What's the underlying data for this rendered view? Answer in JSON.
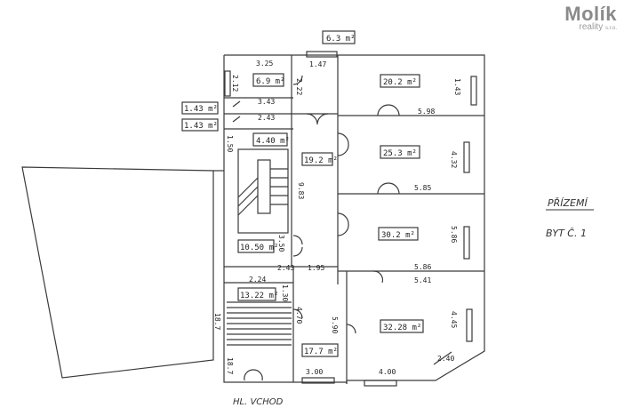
{
  "logo": {
    "name": "Molík",
    "sub": "reality",
    "suffix": "s.r.o."
  },
  "title": {
    "floor": "PŘÍZEMÍ",
    "unit": "BYT Č. 1"
  },
  "entrance_label": "HL. VCHOD",
  "area_boxes": {
    "top_balcony": "6.3 m²",
    "small_a": "1.43 m²",
    "small_b": "1.43 m²"
  },
  "rooms": {
    "room_6_9": "6.9 m²",
    "room_4_40": "4.40 m²",
    "room_19_2": "19.2 m²",
    "room_10_50": "10.50 m²",
    "room_13_22": "13.22 m²",
    "room_17_7": "17.7 m²",
    "room_20_2": "20.2 m²",
    "room_25_3": "25.3 m²",
    "room_30_2": "30.2 m²",
    "room_32_28": "32.28 m²"
  },
  "dimensions": {
    "d_3_25": "3.25",
    "d_2_12": "2.12",
    "d_1_47": "1.47",
    "d_2_22": "2.22",
    "d_3_43_top": "3.43",
    "d_1_43_a": "1.43",
    "d_2_43": "2.43",
    "d_5_98": "5.98",
    "d_1_50": "1.50",
    "d_4_32": "4.32",
    "d_9_83": "9.83",
    "d_5_85": "5.85",
    "d_3_50": "3.50",
    "d_5_86_r": "5.86",
    "d_2_43_b": "2.43",
    "d_1_95": "1.95",
    "d_5_86_b": "5.86",
    "d_2_24": "2.24",
    "d_5_41": "5.41",
    "d_1_30": "1.30",
    "d_18_7": "18.7",
    "d_4_70": "4.70",
    "d_5_90": "5.90",
    "d_4_45": "4.45",
    "d_18_7_b": "18.7",
    "d_2_40": "2.40",
    "d_3_00": "3.00",
    "d_4_00": "4.00"
  },
  "colors": {
    "line": "#3a3a3a",
    "text": "#222222",
    "logo": "#8a8a8a"
  }
}
